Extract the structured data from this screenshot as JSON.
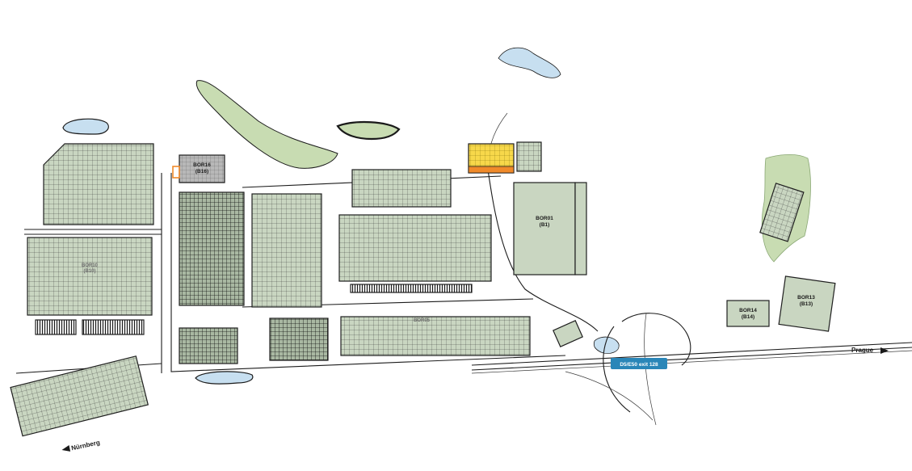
{
  "colors": {
    "building_fill": "#c9d6c1",
    "building_grid": "#2b2b2b",
    "green_area": "#c8dcb2",
    "water": "#c7dff0",
    "highlight_yellow": "#f7d84a",
    "highlight_orange": "#f08a2a",
    "badge": "#2a86b8",
    "gray_building": "#b8b8b8"
  },
  "buildings": [
    {
      "id": "bor01",
      "label_line1": "BOR01",
      "label_line2": "(B1)",
      "icon": "plain-building"
    },
    {
      "id": "bor13",
      "label_line1": "BOR13",
      "label_line2": "(B13)",
      "icon": "plain-building"
    },
    {
      "id": "bor14",
      "label_line1": "BOR14",
      "label_line2": "(B14)",
      "icon": "plain-building"
    },
    {
      "id": "bor16",
      "label_line1": "BOR16",
      "label_line2": "(B16)",
      "icon": "gray-building"
    },
    {
      "id": "bor_west",
      "label_line1": "BOR10",
      "label_line2": "(B10)",
      "icon": "grid-building"
    },
    {
      "id": "bor_south",
      "label_line1": "BOR05",
      "label_line2": "",
      "icon": "grid-building"
    }
  ],
  "highway_badge": {
    "text": "D5/E50 exit 128"
  },
  "directions": {
    "east": "Prague",
    "west": "Nürnberg"
  },
  "icons": {
    "east_arrow": "arrow-right-icon",
    "west_arrow": "arrow-left-icon"
  }
}
